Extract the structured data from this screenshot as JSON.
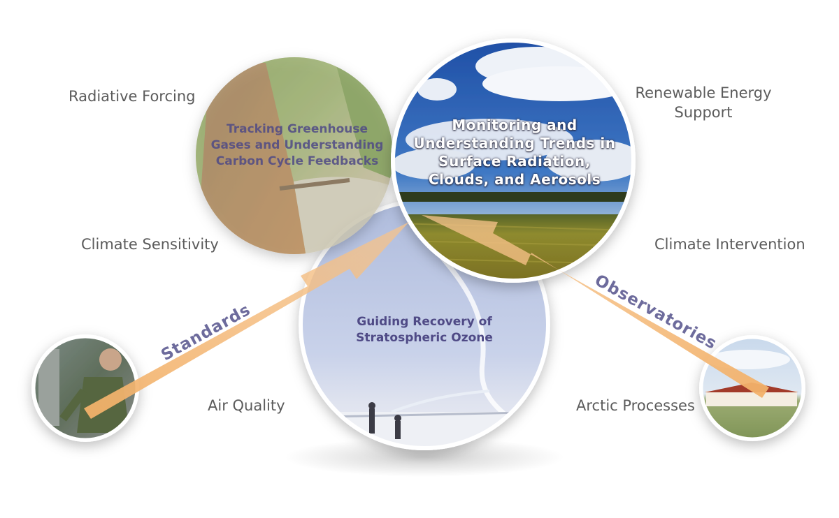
{
  "circles": {
    "greenhouse": {
      "title_lines": [
        "Tracking Greenhouse",
        "Gases and Understanding",
        "Carbon Cycle Feedbacks"
      ]
    },
    "radiation": {
      "title_lines": [
        "Monitoring and",
        "Understanding Trends in",
        "Surface Radiation,",
        "Clouds, and Aerosols"
      ]
    },
    "ozone": {
      "title_lines": [
        "Guiding Recovery of",
        "Stratospheric Ozone"
      ]
    }
  },
  "arrows": {
    "standards": "Standards",
    "observatories": "Observatories"
  },
  "topics": {
    "radiative_forcing": "Radiative Forcing",
    "renewable_energy_line1": "Renewable Energy",
    "renewable_energy_line2": "Support",
    "climate_sensitivity": "Climate Sensitivity",
    "climate_intervention": "Climate Intervention",
    "air_quality": "Air Quality",
    "arctic_processes": "Arctic Processes"
  },
  "colors": {
    "topic_text": "#5b5b5b",
    "title_purple": "#4f4a86",
    "arrow_orange": "#f0a95a",
    "circle_border": "#ffffff"
  }
}
